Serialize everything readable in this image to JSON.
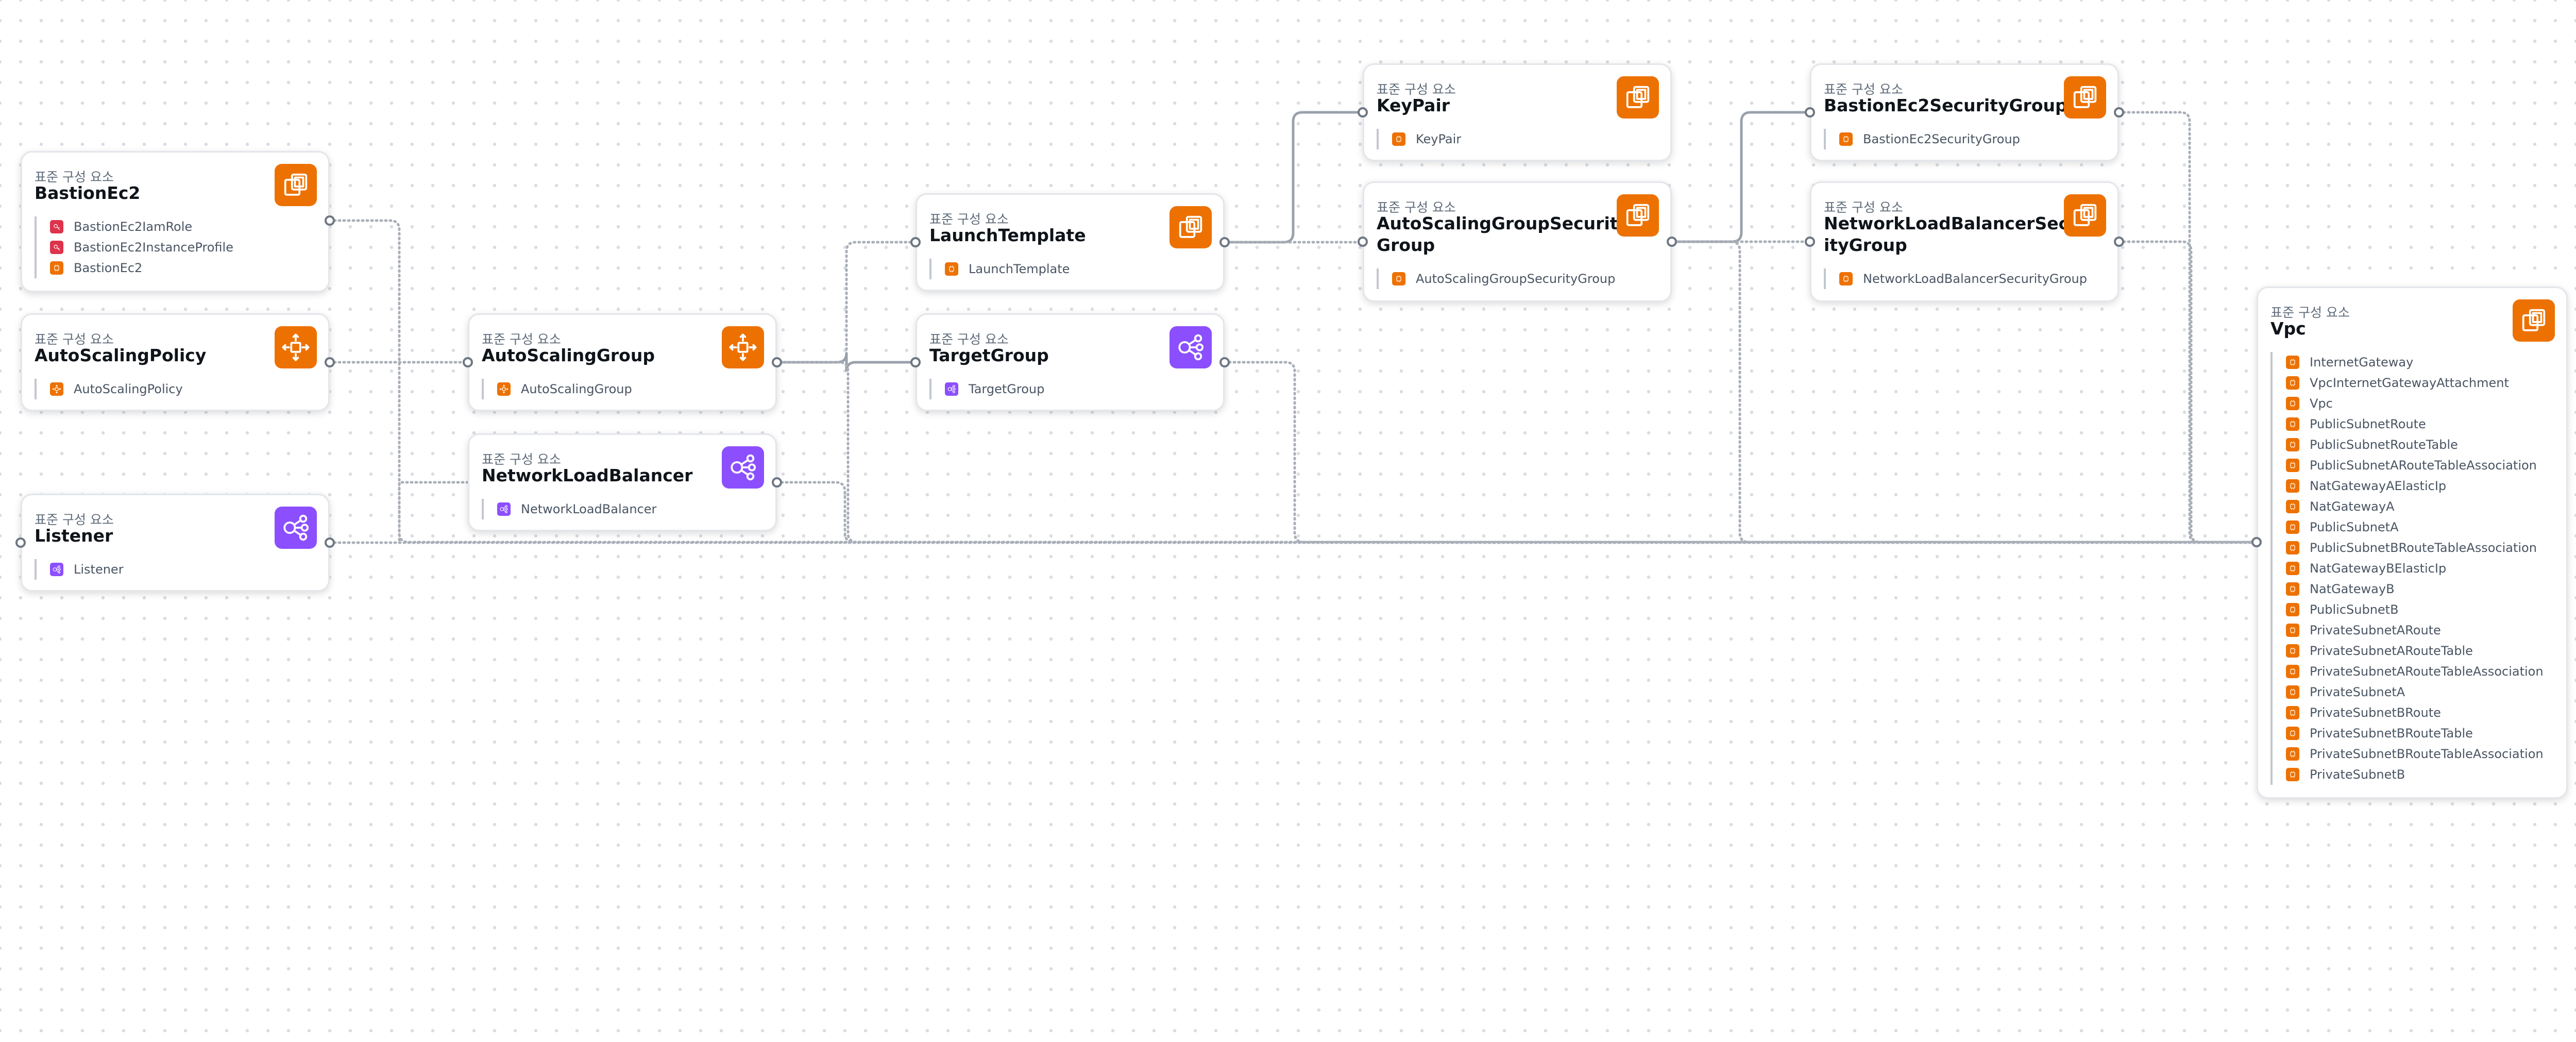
{
  "nodes": [
    {
      "id": "bastion-ec2",
      "kind": "표준 구성 요소",
      "title": "BastionEc2",
      "icon": "ec2-instances-icon",
      "color": "#ed7100",
      "items": [
        {
          "label": "BastionEc2IamRole",
          "icon": "iam-role-icon",
          "color": "#dd344c"
        },
        {
          "label": "BastionEc2InstanceProfile",
          "icon": "iam-instance-profile-icon",
          "color": "#dd344c"
        },
        {
          "label": "BastionEc2",
          "icon": "ec2-resource-icon",
          "color": "#ed7100"
        }
      ]
    },
    {
      "id": "auto-scaling-policy",
      "kind": "표준 구성 요소",
      "title": "AutoScalingPolicy",
      "icon": "auto-scaling-icon",
      "color": "#ed7100",
      "items": [
        {
          "label": "AutoScalingPolicy",
          "icon": "auto-scaling-resource-icon",
          "color": "#ed7100"
        }
      ]
    },
    {
      "id": "listener",
      "kind": "표준 구성 요소",
      "title": "Listener",
      "icon": "load-balancer-icon",
      "color": "#8c4fff",
      "items": [
        {
          "label": "Listener",
          "icon": "listener-resource-icon",
          "color": "#8c4fff"
        }
      ]
    },
    {
      "id": "auto-scaling-group",
      "kind": "표준 구성 요소",
      "title": "AutoScalingGroup",
      "icon": "auto-scaling-icon",
      "color": "#ed7100",
      "items": [
        {
          "label": "AutoScalingGroup",
          "icon": "auto-scaling-resource-icon",
          "color": "#ed7100"
        }
      ]
    },
    {
      "id": "network-load-balancer",
      "kind": "표준 구성 요소",
      "title": "NetworkLoadBalancer",
      "icon": "load-balancer-icon",
      "color": "#8c4fff",
      "items": [
        {
          "label": "NetworkLoadBalancer",
          "icon": "load-balancer-resource-icon",
          "color": "#8c4fff"
        }
      ]
    },
    {
      "id": "launch-template",
      "kind": "표준 구성 요소",
      "title": "LaunchTemplate",
      "icon": "ec2-instances-icon",
      "color": "#ed7100",
      "items": [
        {
          "label": "LaunchTemplate",
          "icon": "ec2-resource-icon",
          "color": "#ed7100"
        }
      ]
    },
    {
      "id": "target-group",
      "kind": "표준 구성 요소",
      "title": "TargetGroup",
      "icon": "load-balancer-icon",
      "color": "#8c4fff",
      "items": [
        {
          "label": "TargetGroup",
          "icon": "target-group-resource-icon",
          "color": "#8c4fff"
        }
      ]
    },
    {
      "id": "key-pair",
      "kind": "표준 구성 요소",
      "title": "KeyPair",
      "icon": "ec2-instances-icon",
      "color": "#ed7100",
      "items": [
        {
          "label": "KeyPair",
          "icon": "ec2-resource-icon",
          "color": "#ed7100"
        }
      ]
    },
    {
      "id": "asg-security-group",
      "kind": "표준 구성 요소",
      "title": "AutoScalingGroupSecurity\nGroup",
      "icon": "ec2-instances-icon",
      "color": "#ed7100",
      "items": [
        {
          "label": "AutoScalingGroupSecurityGroup",
          "icon": "ec2-resource-icon",
          "color": "#ed7100"
        }
      ]
    },
    {
      "id": "bastion-sg",
      "kind": "표준 구성 요소",
      "title": "BastionEc2SecurityGroup",
      "icon": "ec2-instances-icon",
      "color": "#ed7100",
      "items": [
        {
          "label": "BastionEc2SecurityGroup",
          "icon": "ec2-resource-icon",
          "color": "#ed7100"
        }
      ]
    },
    {
      "id": "nlb-sg",
      "kind": "표준 구성 요소",
      "title": "NetworkLoadBalancerSecur\nityGroup",
      "icon": "ec2-instances-icon",
      "color": "#ed7100",
      "items": [
        {
          "label": "NetworkLoadBalancerSecurityGroup",
          "icon": "ec2-resource-icon",
          "color": "#ed7100"
        }
      ]
    },
    {
      "id": "vpc",
      "kind": "표준 구성 요소",
      "title": "Vpc",
      "icon": "ec2-instances-icon",
      "color": "#ed7100",
      "items": [
        {
          "label": "InternetGateway",
          "icon": "ec2-resource-icon",
          "color": "#ed7100"
        },
        {
          "label": "VpcInternetGatewayAttachment",
          "icon": "ec2-resource-icon",
          "color": "#ed7100"
        },
        {
          "label": "Vpc",
          "icon": "ec2-resource-icon",
          "color": "#ed7100"
        },
        {
          "label": "PublicSubnetRoute",
          "icon": "ec2-resource-icon",
          "color": "#ed7100"
        },
        {
          "label": "PublicSubnetRouteTable",
          "icon": "ec2-resource-icon",
          "color": "#ed7100"
        },
        {
          "label": "PublicSubnetARouteTableAssociation",
          "icon": "ec2-resource-icon",
          "color": "#ed7100"
        },
        {
          "label": "NatGatewayAElasticIp",
          "icon": "ec2-resource-icon",
          "color": "#ed7100"
        },
        {
          "label": "NatGatewayA",
          "icon": "ec2-resource-icon",
          "color": "#ed7100"
        },
        {
          "label": "PublicSubnetA",
          "icon": "ec2-resource-icon",
          "color": "#ed7100"
        },
        {
          "label": "PublicSubnetBRouteTableAssociation",
          "icon": "ec2-resource-icon",
          "color": "#ed7100"
        },
        {
          "label": "NatGatewayBElasticIp",
          "icon": "ec2-resource-icon",
          "color": "#ed7100"
        },
        {
          "label": "NatGatewayB",
          "icon": "ec2-resource-icon",
          "color": "#ed7100"
        },
        {
          "label": "PublicSubnetB",
          "icon": "ec2-resource-icon",
          "color": "#ed7100"
        },
        {
          "label": "PrivateSubnetARoute",
          "icon": "ec2-resource-icon",
          "color": "#ed7100"
        },
        {
          "label": "PrivateSubnetARouteTable",
          "icon": "ec2-resource-icon",
          "color": "#ed7100"
        },
        {
          "label": "PrivateSubnetARouteTableAssociation",
          "icon": "ec2-resource-icon",
          "color": "#ed7100"
        },
        {
          "label": "PrivateSubnetA",
          "icon": "ec2-resource-icon",
          "color": "#ed7100"
        },
        {
          "label": "PrivateSubnetBRoute",
          "icon": "ec2-resource-icon",
          "color": "#ed7100"
        },
        {
          "label": "PrivateSubnetBRouteTable",
          "icon": "ec2-resource-icon",
          "color": "#ed7100"
        },
        {
          "label": "PrivateSubnetBRouteTableAssociation",
          "icon": "ec2-resource-icon",
          "color": "#ed7100"
        },
        {
          "label": "PrivateSubnetB",
          "icon": "ec2-resource-icon",
          "color": "#ed7100"
        }
      ]
    }
  ],
  "edges": [
    {
      "from": "bastion-ec2",
      "to": "vpc",
      "style": "dotted"
    },
    {
      "from": "listener",
      "to": "vpc",
      "style": "dotted"
    },
    {
      "from": "auto-scaling-policy",
      "to": "auto-scaling-group",
      "style": "dotted"
    },
    {
      "from": "network-load-balancer",
      "to": "listener",
      "style": "dotted"
    },
    {
      "from": "network-load-balancer",
      "to": "vpc",
      "style": "dotted"
    },
    {
      "from": "auto-scaling-group",
      "to": "launch-template",
      "style": "dotted"
    },
    {
      "from": "auto-scaling-group",
      "to": "target-group",
      "style": "solid"
    },
    {
      "from": "auto-scaling-group",
      "to": "vpc",
      "style": "dotted"
    },
    {
      "from": "launch-template",
      "to": "key-pair",
      "style": "solid"
    },
    {
      "from": "launch-template",
      "to": "asg-security-group",
      "style": "dotted"
    },
    {
      "from": "target-group",
      "to": "vpc",
      "style": "dotted"
    },
    {
      "from": "asg-security-group",
      "to": "bastion-sg",
      "style": "solid"
    },
    {
      "from": "asg-security-group",
      "to": "nlb-sg",
      "style": "dotted"
    },
    {
      "from": "asg-security-group",
      "to": "vpc",
      "style": "dotted"
    },
    {
      "from": "bastion-sg",
      "to": "vpc",
      "style": "dotted"
    },
    {
      "from": "nlb-sg",
      "to": "vpc",
      "style": "dotted"
    }
  ]
}
